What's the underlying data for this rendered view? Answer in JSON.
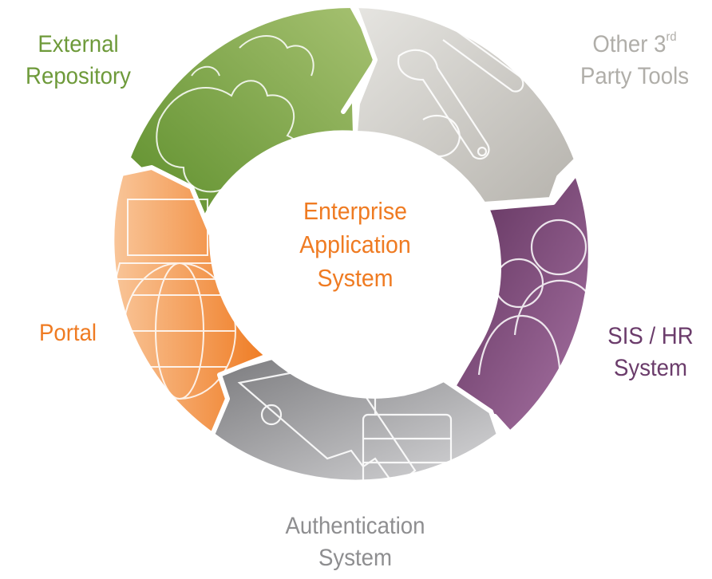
{
  "center": {
    "lines": [
      "Enterprise",
      "Application",
      "System"
    ]
  },
  "segments": [
    {
      "id": "external-repository",
      "lines": [
        "External",
        "Repository"
      ],
      "color": "#6e9a3a",
      "icon": "puzzle-icon"
    },
    {
      "id": "other-tools",
      "line1": "Other 3",
      "line1_sup": "rd",
      "line2": "Party Tools",
      "color": "#b0aea9",
      "icon": "tools-icon"
    },
    {
      "id": "sis-hr",
      "lines": [
        "SIS / HR",
        "System"
      ],
      "color": "#6b3c6b",
      "icon": "people-icon"
    },
    {
      "id": "authentication",
      "lines": [
        "Authentication",
        "System"
      ],
      "color": "#8e8e90",
      "icon": "key-lock-icon"
    },
    {
      "id": "portal",
      "lines": [
        "Portal"
      ],
      "color": "#ef7b22",
      "icon": "globe-icon"
    }
  ]
}
